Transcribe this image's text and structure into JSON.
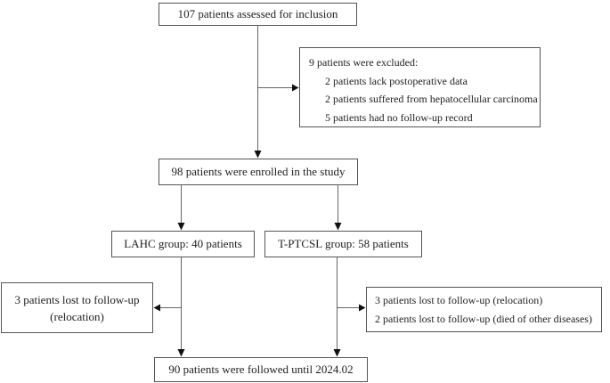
{
  "boxes": {
    "assessed": "107 patients assessed for inclusion",
    "excluded": {
      "header": "9 patients were excluded:",
      "items": [
        "2 patients lack postoperative data",
        "2 patients suffered from hepatocellular carcinoma",
        "5 patients had no follow-up record"
      ]
    },
    "enrolled": "98 patients were enrolled in the study",
    "lahc_group": "LAHC group: 40 patients",
    "tptcsl_group": "T-PTCSL group: 58 patients",
    "lost_left": [
      "3 patients lost to follow-up",
      "(relocation)"
    ],
    "lost_right": [
      "3 patients lost to follow-up (relocation)",
      "2 patients lost to follow-up (died of other diseases)"
    ],
    "followed": "90 patients were followed until 2024.02"
  },
  "colors": {
    "background": "#ffffff",
    "box_border": "#555555",
    "connector": "#666666",
    "arrowhead": "#111111",
    "text": "#1f1f1f"
  }
}
